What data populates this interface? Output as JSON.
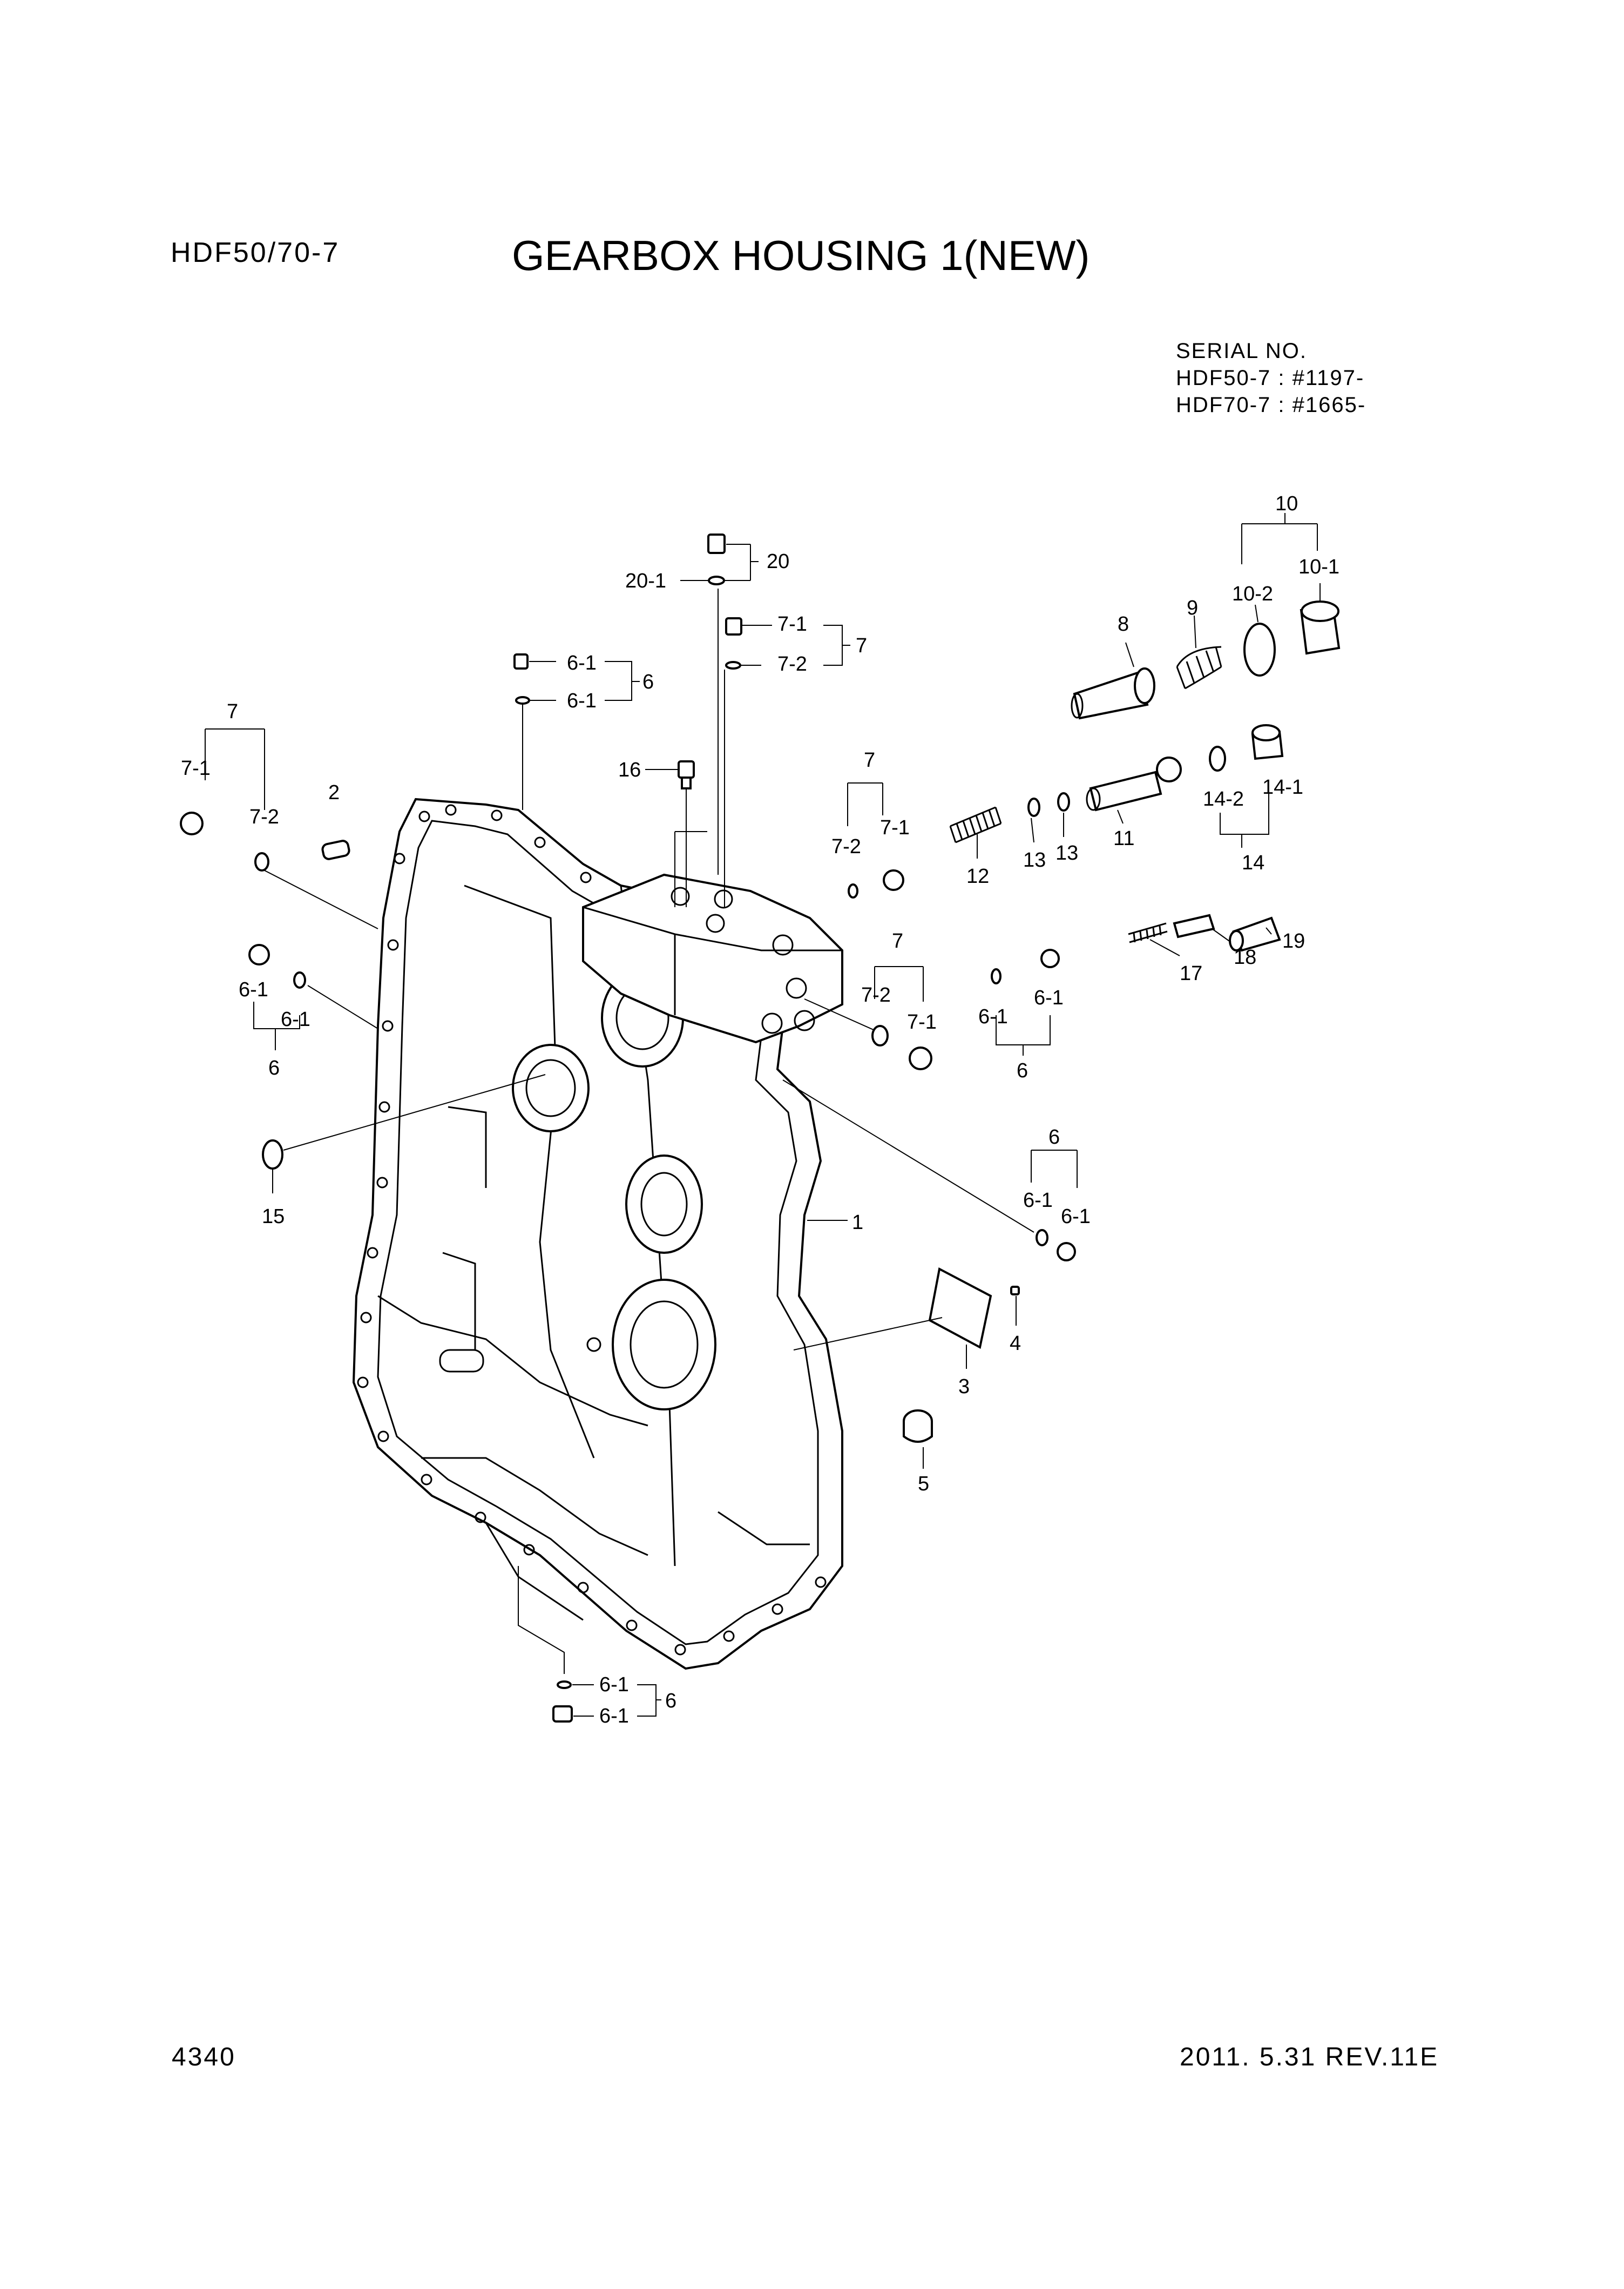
{
  "header": {
    "model": "HDF50/70-7",
    "title": "GEARBOX HOUSING 1(NEW)"
  },
  "serial": {
    "heading": "SERIAL NO.",
    "line1": "HDF50-7 : #1197-",
    "line2": "HDF70-7 : #1665-"
  },
  "footer": {
    "page": "4340",
    "revision": "2011. 5.31  REV.11E"
  },
  "callouts": [
    {
      "id": "c1",
      "text": "1"
    },
    {
      "id": "c2",
      "text": "2"
    },
    {
      "id": "c3",
      "text": "3"
    },
    {
      "id": "c4",
      "text": "4"
    },
    {
      "id": "c5",
      "text": "5"
    },
    {
      "id": "c6a",
      "text": "6"
    },
    {
      "id": "c6a1",
      "text": "6-1"
    },
    {
      "id": "c6a2",
      "text": "6-1"
    },
    {
      "id": "c6b",
      "text": "6"
    },
    {
      "id": "c6b1",
      "text": "6-1"
    },
    {
      "id": "c6b2",
      "text": "6-1"
    },
    {
      "id": "c6c",
      "text": "6"
    },
    {
      "id": "c6c1",
      "text": "6-1"
    },
    {
      "id": "c6c2",
      "text": "6-1"
    },
    {
      "id": "c6d",
      "text": "6"
    },
    {
      "id": "c6d1",
      "text": "6-1"
    },
    {
      "id": "c6d2",
      "text": "6-1"
    },
    {
      "id": "c6e",
      "text": "6"
    },
    {
      "id": "c6e1",
      "text": "6-1"
    },
    {
      "id": "c6e2",
      "text": "6-1"
    },
    {
      "id": "c7a",
      "text": "7"
    },
    {
      "id": "c7a1",
      "text": "7-1"
    },
    {
      "id": "c7a2",
      "text": "7-2"
    },
    {
      "id": "c7b",
      "text": "7"
    },
    {
      "id": "c7b1",
      "text": "7-1"
    },
    {
      "id": "c7b2",
      "text": "7-2"
    },
    {
      "id": "c7c",
      "text": "7"
    },
    {
      "id": "c7c1",
      "text": "7-1"
    },
    {
      "id": "c7c2",
      "text": "7-2"
    },
    {
      "id": "c7d",
      "text": "7"
    },
    {
      "id": "c7d1",
      "text": "7-1"
    },
    {
      "id": "c7d2",
      "text": "7-2"
    },
    {
      "id": "c8",
      "text": "8"
    },
    {
      "id": "c9",
      "text": "9"
    },
    {
      "id": "c10",
      "text": "10"
    },
    {
      "id": "c10a",
      "text": "10-1"
    },
    {
      "id": "c10b",
      "text": "10-2"
    },
    {
      "id": "c11",
      "text": "11"
    },
    {
      "id": "c12",
      "text": "12"
    },
    {
      "id": "c13a",
      "text": "13"
    },
    {
      "id": "c13b",
      "text": "13"
    },
    {
      "id": "c14",
      "text": "14"
    },
    {
      "id": "c14a",
      "text": "14-1"
    },
    {
      "id": "c14b",
      "text": "14-2"
    },
    {
      "id": "c15",
      "text": "15"
    },
    {
      "id": "c16",
      "text": "16"
    },
    {
      "id": "c17",
      "text": "17"
    },
    {
      "id": "c18",
      "text": "18"
    },
    {
      "id": "c19",
      "text": "19"
    },
    {
      "id": "c20",
      "text": "20"
    },
    {
      "id": "c20a",
      "text": "20-1"
    }
  ]
}
